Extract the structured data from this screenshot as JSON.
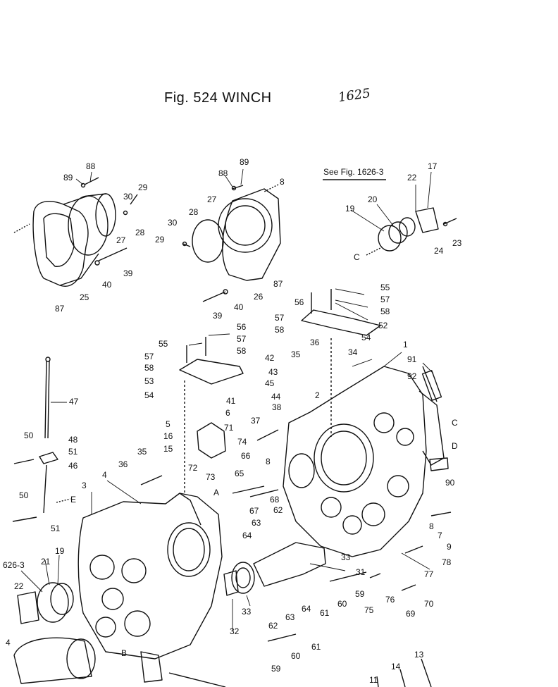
{
  "figure": {
    "title": "Fig. 524 WINCH",
    "page_mark": "1625"
  },
  "callouts": {
    "see_fig": "See Fig. 1626-3",
    "see_fig_partial": "626-3",
    "letters": {
      "A": "A",
      "B": "B",
      "C": "C",
      "D": "D",
      "E": "E"
    },
    "parts": [
      "88",
      "89",
      "30",
      "29",
      "27",
      "28",
      "39",
      "40",
      "87",
      "25",
      "88",
      "89",
      "8",
      "28",
      "27",
      "30",
      "29",
      "39",
      "40",
      "26",
      "87",
      "22",
      "17",
      "20",
      "19",
      "23",
      "24",
      "C",
      "55",
      "57",
      "58",
      "56",
      "52",
      "54",
      "55",
      "56",
      "57",
      "58",
      "53",
      "54",
      "47",
      "50",
      "48",
      "51",
      "46",
      "50",
      "51",
      "42",
      "43",
      "35",
      "36",
      "34",
      "45",
      "44",
      "2",
      "38",
      "37",
      "41",
      "6",
      "5",
      "71",
      "16",
      "15",
      "74",
      "72",
      "73",
      "35",
      "36",
      "66",
      "65",
      "67",
      "68",
      "62",
      "63",
      "64",
      "91",
      "92",
      "90",
      "3",
      "4",
      "19",
      "21",
      "22",
      "33",
      "31",
      "59",
      "60",
      "61",
      "62",
      "63",
      "64",
      "32",
      "33",
      "77",
      "78",
      "75",
      "76",
      "69",
      "70",
      "8",
      "7",
      "9",
      "59",
      "60",
      "61",
      "13",
      "14",
      "11"
    ]
  }
}
